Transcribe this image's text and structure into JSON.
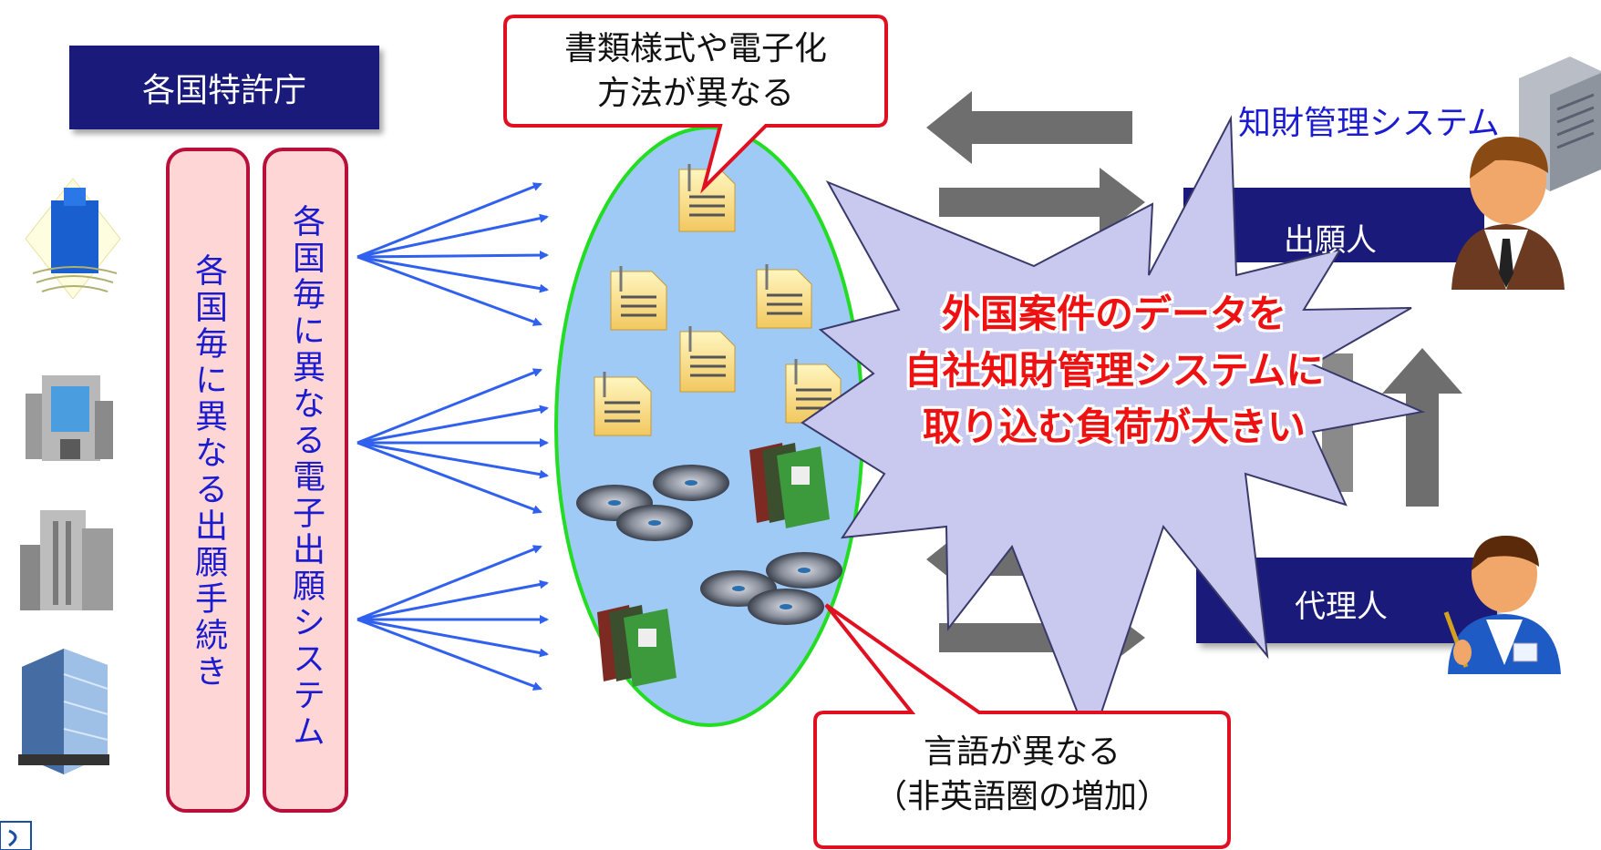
{
  "header_box": {
    "label": "各国特許庁"
  },
  "vertical_boxes": [
    {
      "text": "各国毎に異なる出願手続き"
    },
    {
      "text": "各国毎に異なる電子出願システム"
    }
  ],
  "callouts": {
    "top": {
      "line1": "書類様式や電子化",
      "line2": "方法が異なる"
    },
    "bottom": {
      "line1": "言語が異なる",
      "line2": "（非英語圏の増加）"
    }
  },
  "burst": {
    "line1": "外国案件のデータを",
    "line2": "自社知財管理システムに",
    "line3": "取り込む負荷が大きい"
  },
  "system_label": "知財管理システム",
  "roles": {
    "applicant": "出願人",
    "agent": "代理人"
  },
  "colors": {
    "navy": "#1a1a7a",
    "pink_fill": "#ffd6d6",
    "pink_border": "#b8103a",
    "blue_text": "#1b1bd0",
    "ellipse_fill": "#9fcaf5",
    "ellipse_border": "#22dd22",
    "burst_fill": "#c9c9ef",
    "burst_text": "#ee1111",
    "callout_border": "#e01020",
    "arrow_gray": "#6e6e6e",
    "fan_arrow": "#3060ee"
  },
  "icons": {
    "buildings": [
      "office-building-diamond-icon",
      "office-building-gray-icon",
      "city-buildings-icon",
      "glass-tower-icon"
    ],
    "media": [
      "document-icon",
      "cd-disc-icon",
      "floppy-disk-icon"
    ],
    "people": [
      "businessman-applicant-icon",
      "agent-person-icon"
    ],
    "server": "server-icon"
  }
}
